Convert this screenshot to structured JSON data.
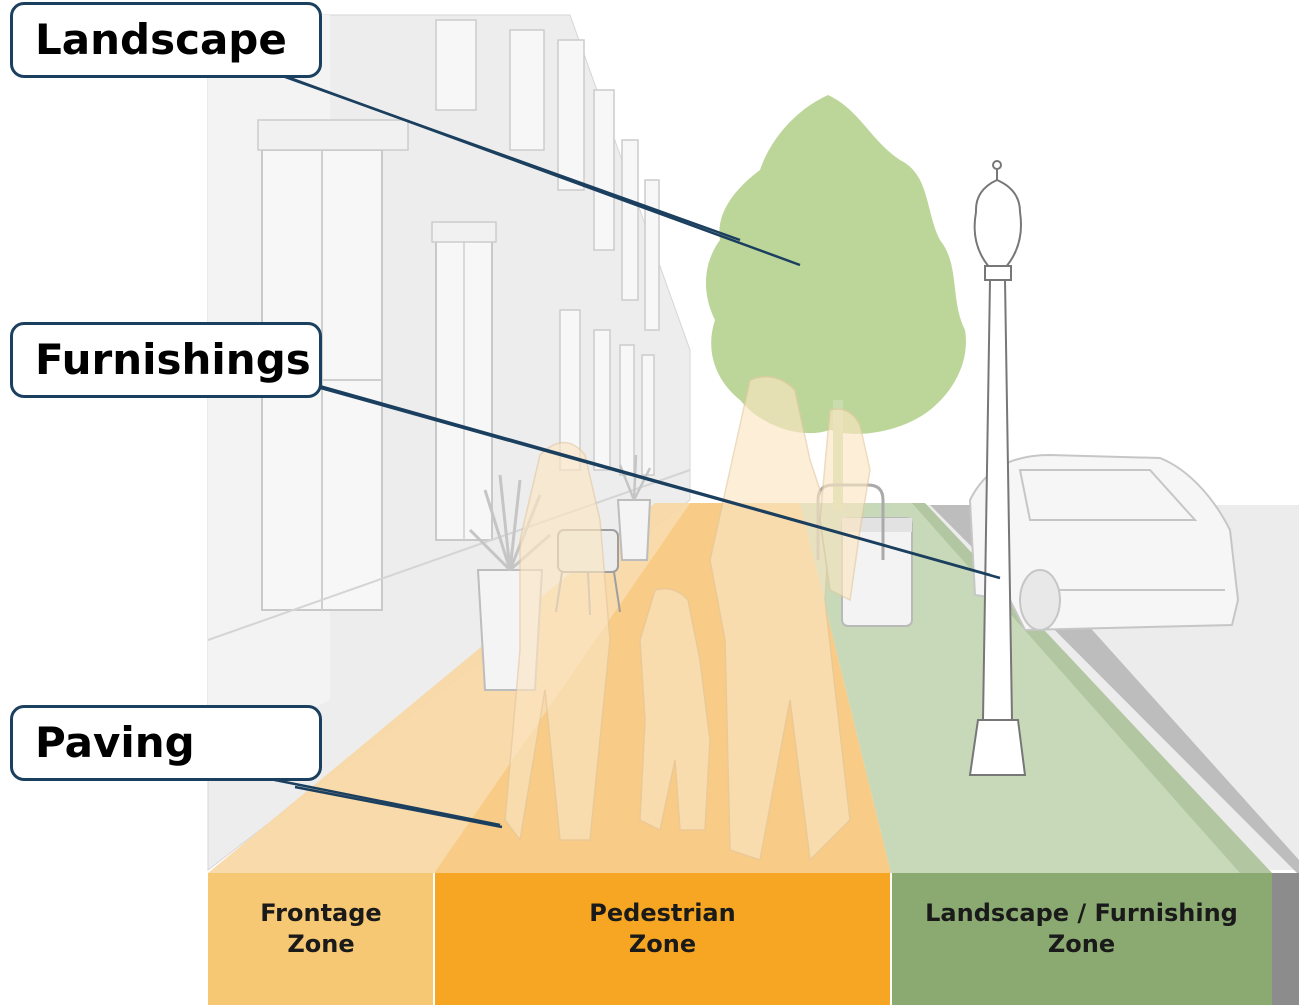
{
  "callouts": {
    "landscape": "Landscape",
    "furnishings": "Furnishings",
    "paving": "Paving"
  },
  "zones": {
    "frontage": {
      "line1": "Frontage",
      "line2": "Zone"
    },
    "pedestrian": {
      "line1": "Pedestrian",
      "line2": "Zone"
    },
    "landscape_furnishing": {
      "line1": "Landscape / Furnishing",
      "line2": "Zone"
    }
  },
  "colors": {
    "frontage_zone": "#f7c873",
    "pedestrian_zone": "#f6a623",
    "landscape_zone": "#8aaa72",
    "callout_border": "#1b3f5e",
    "tree": "#bcd69a",
    "building": "#eeeeee"
  }
}
